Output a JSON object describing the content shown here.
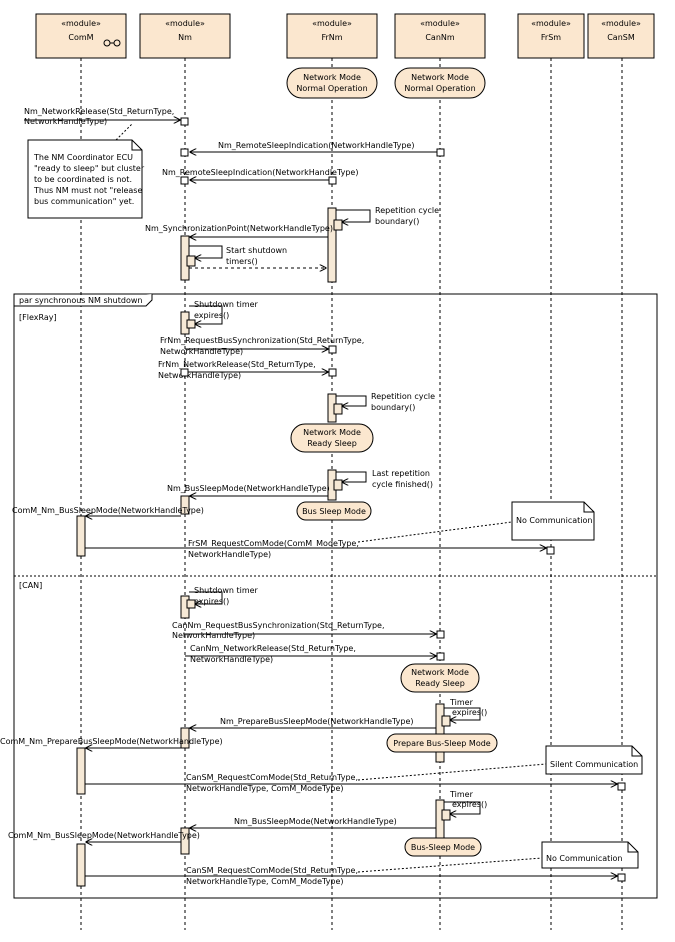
{
  "modules": [
    {
      "stereotype": "«module»",
      "name": "ComM"
    },
    {
      "stereotype": "«module»",
      "name": "Nm"
    },
    {
      "stereotype": "«module»",
      "name": "FrNm"
    },
    {
      "stereotype": "«module»",
      "name": "CanNm"
    },
    {
      "stereotype": "«module»",
      "name": "FrSm"
    },
    {
      "stereotype": "«module»",
      "name": "CanSM"
    }
  ],
  "states": [
    [
      "Network Mode",
      "Normal Operation"
    ],
    [
      "Network Mode",
      "Normal Operation"
    ],
    [
      "Network Mode",
      "Ready Sleep"
    ],
    [
      "Bus Sleep Mode"
    ],
    [
      "Network Mode",
      "Ready Sleep"
    ],
    [
      "Prepare Bus-Sleep Mode"
    ],
    [
      "Bus-Sleep Mode"
    ]
  ],
  "messages": [
    [
      "Nm_NetworkRelease(Std_ReturnType,",
      "NetworkHandleType)"
    ],
    [
      "Nm_RemoteSleepIndication(NetworkHandleType)"
    ],
    [
      "Nm_RemoteSleepIndication(NetworkHandleType)"
    ],
    [
      "Repetition cycle",
      "boundary()"
    ],
    [
      "Nm_SynchronizationPoint(NetworkHandleType)"
    ],
    [
      "Start shutdown",
      "timers()"
    ],
    [
      "Shutdown timer",
      "expires()"
    ],
    [
      "FrNm_RequestBusSynchronization(Std_ReturnType,",
      "NetworkHandleType)"
    ],
    [
      "FrNm_NetworkRelease(Std_ReturnType,",
      "NetworkHandleType)"
    ],
    [
      "Repetition cycle",
      "boundary()"
    ],
    [
      "Last repetition",
      "cycle finished()"
    ],
    [
      "Nm_BusSleepMode(NetworkHandleType)"
    ],
    [
      "ComM_Nm_BusSleepMode(NetworkHandleType)"
    ],
    [
      "FrSM_RequestComMode(ComM_ModeType,",
      "NetworkHandleType)"
    ],
    [
      "Shutdown timer",
      "expires()"
    ],
    [
      "CanNm_RequestBusSynchronization(Std_ReturnType,",
      "NetworkHandleType)"
    ],
    [
      "CanNm_NetworkRelease(Std_ReturnType,",
      "NetworkHandleType)"
    ],
    [
      "Timer",
      "expires()"
    ],
    [
      "Nm_PrepareBusSleepMode(NetworkHandleType)"
    ],
    [
      "ComM_Nm_PrepareBusSleepMode(NetworkHandleType)"
    ],
    [
      "CanSM_RequestComMode(Std_ReturnType,",
      "NetworkHandleType, ComM_ModeType)"
    ],
    [
      "Timer",
      "expires()"
    ],
    [
      "Nm_BusSleepMode(NetworkHandleType)"
    ],
    [
      "ComM_Nm_BusSleepMode(NetworkHandleType)"
    ],
    [
      "CanSM_RequestComMode(Std_ReturnType,",
      "NetworkHandleType, ComM_ModeType)"
    ]
  ],
  "notes": [
    [
      "The NM Coordinator ECU",
      "\"ready to sleep\" but cluster",
      "to be coordinated is not.",
      "Thus NM must not \"release",
      "bus communication\" yet."
    ],
    [
      "No Communication"
    ],
    [
      "Silent Communication"
    ],
    [
      "No Communication"
    ]
  ],
  "fragment": {
    "label": "par synchronous NM shutdown",
    "guards": [
      "[FlexRay]",
      "[CAN]"
    ]
  }
}
